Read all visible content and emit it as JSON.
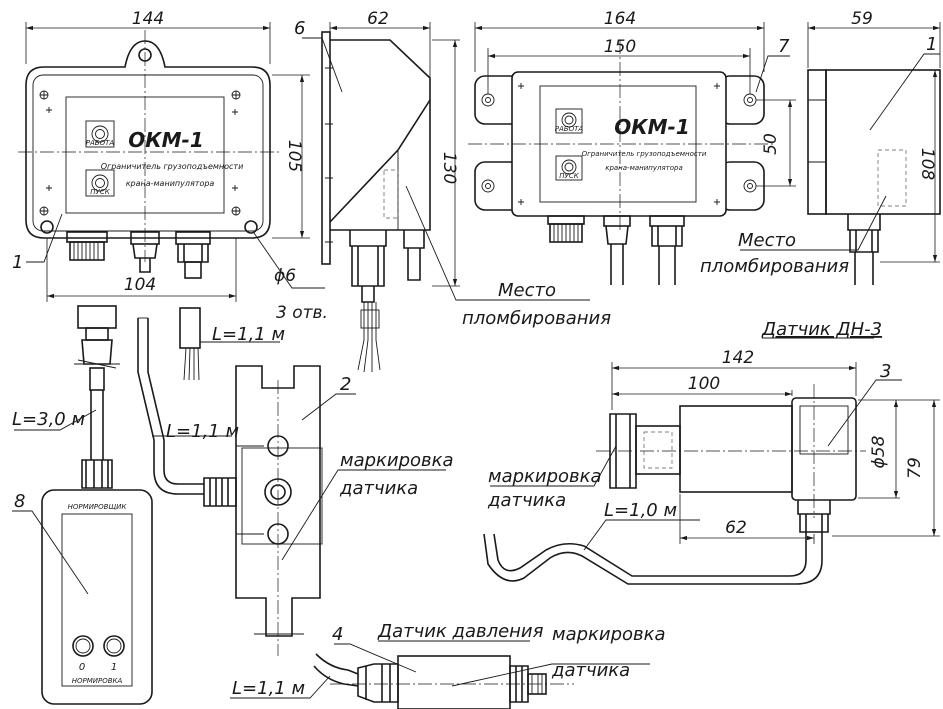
{
  "controller_front": {
    "dim_width": "144",
    "dim_height": "105",
    "dim_holes_spacing": "104",
    "hole_diameter": "ϕ6",
    "holes_count": "3 отв.",
    "title": "ОКМ-1",
    "subtitle_line1": "Ограничитель грузоподъемности",
    "subtitle_line2": "крана-манипулятора",
    "button1_label": "РАБОТА",
    "button2_label": "ПУСК",
    "part_number": "1"
  },
  "controller_side": {
    "dim_depth": "62",
    "dim_height": "130",
    "part_number": "6"
  },
  "seal_label_1": {
    "line1": "Место",
    "line2": "пломбирования"
  },
  "controller_variant": {
    "dim_outer": "164",
    "dim_inner": "150",
    "dim_mount": "50",
    "title": "ОКМ-1",
    "subtitle_line1": "Ограничитель грузоподъемности",
    "subtitle_line2": "крана-манипулятора",
    "button1_label": "РАБОТА",
    "button2_label": "ПУСК",
    "part_number": "7"
  },
  "controller_variant_side": {
    "dim_depth": "59",
    "dim_height": "108",
    "part_number": "1"
  },
  "seal_label_2": {
    "line1": "Место",
    "line2": "пломбирования"
  },
  "cables": {
    "cable_a": "L=1,1 м",
    "cable_b": "L=1,1 м",
    "cable_c": "L=3,0 м",
    "cable_d": "L=1,0 м",
    "cable_e": "L=1,1 м"
  },
  "sensor_2": {
    "part_number": "2",
    "marking_line1": "маркировка",
    "marking_line2": "датчика"
  },
  "sensor_dn3": {
    "title": "Датчик ДН-3",
    "dim_total": "142",
    "dim_body": "100",
    "dim_diameter": "ϕ58",
    "dim_height": "79",
    "dim_base": "62",
    "part_number": "3",
    "marking_line1": "маркировка",
    "marking_line2": "датчика"
  },
  "normalizer": {
    "part_number": "8",
    "top_label": "НОРМИРОВЩИК",
    "bottom_label": "НОРМИРОВКА",
    "button0_label": "0",
    "button1_label": "1"
  },
  "pressure_sensor": {
    "title": "Датчик давления",
    "part_number": "4",
    "marking_line1": "маркировка",
    "marking_line2": "датчика"
  }
}
